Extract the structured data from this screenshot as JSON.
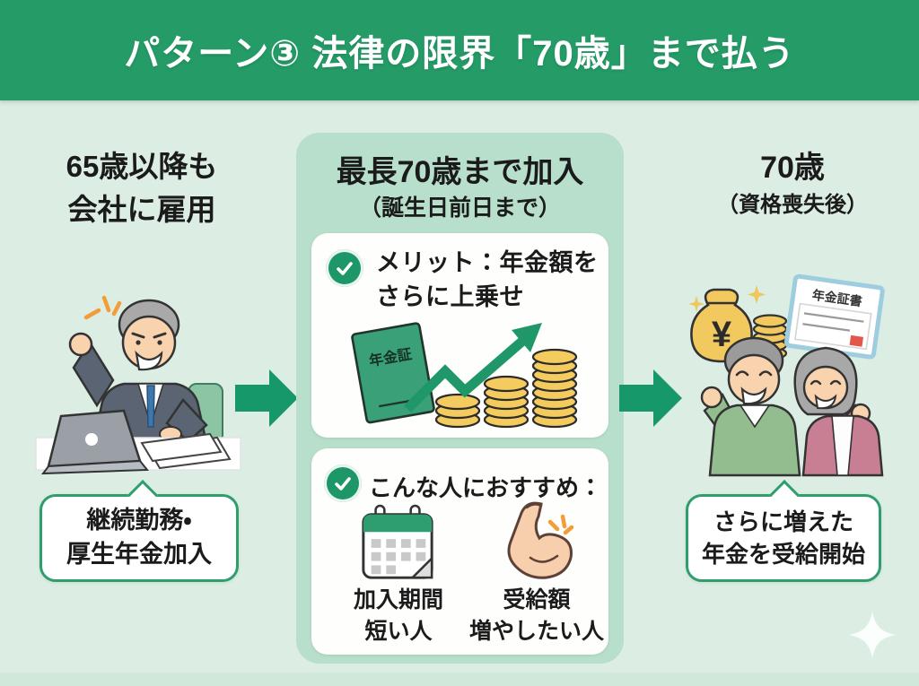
{
  "header": {
    "title": "パターン③ 法律の限界「70歳」まで払う"
  },
  "left_column": {
    "heading": [
      "65歳以降も",
      "会社に雇用"
    ],
    "bubble": [
      "継続勤務・",
      "厚生年金加入"
    ]
  },
  "center_panel": {
    "heading": "最長70歳まで加入",
    "subheading": "（誕生日前日まで）",
    "merit_card": {
      "line1": "メリット：年金額を",
      "line2": "さらに上乗せ",
      "book_label": "年金証"
    },
    "recommend_card": {
      "title": "こんな人におすすめ：",
      "items": [
        {
          "icon": "calendar-icon",
          "label": [
            "加入期間",
            "短い人"
          ]
        },
        {
          "icon": "muscle-icon",
          "label": [
            "受給額",
            "増やしたい人"
          ]
        }
      ]
    }
  },
  "right_column": {
    "heading": "70歳",
    "subheading": "（資格喪失後）",
    "money_bag_symbol": "¥",
    "certificate_label": "年金証書",
    "bubble": [
      "さらに増えた",
      "年金を受給開始"
    ]
  },
  "colors": {
    "header_green": "#259c68",
    "panel_mint": "#b7dfcb",
    "background_mint": "#dcede3",
    "accent_green": "#17986b",
    "check_green": "#1d9668",
    "bubble_border_green": "#2f9e6d",
    "book_green": "#3aa077",
    "coin_gold": "#f4cb5e",
    "seal_red": "#e2574c",
    "spark_orange": "#f39c38"
  }
}
